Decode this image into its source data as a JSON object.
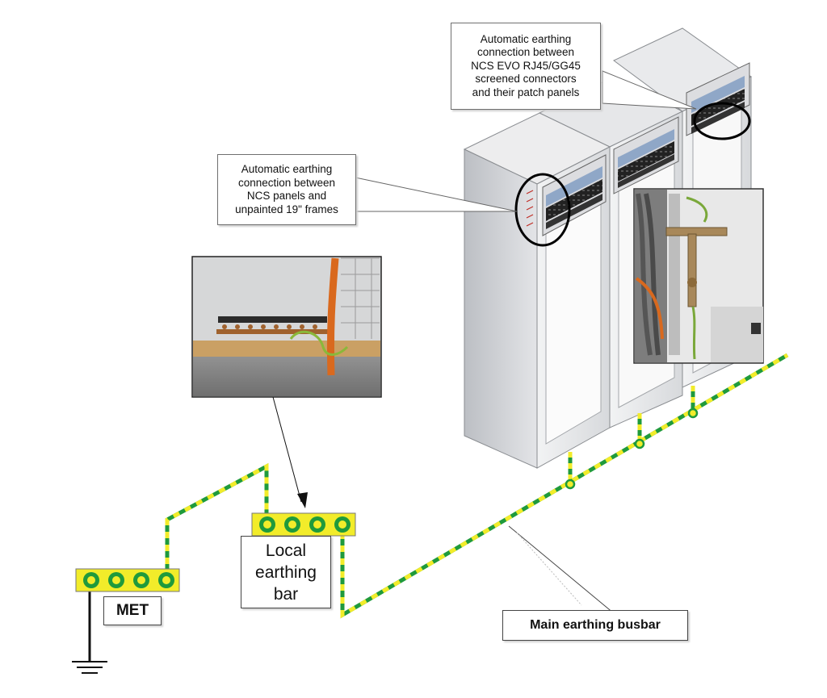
{
  "callouts": {
    "rack_top": {
      "lines": [
        "Automatic earthing",
        "connection between",
        "NCS EVO RJ45/GG45",
        "screened connectors",
        "and their patch panels"
      ]
    },
    "rack_frame": {
      "lines": [
        "Automatic earthing",
        "connection between",
        "NCS panels and",
        "unpainted 19\" frames"
      ]
    }
  },
  "labels": {
    "met": "MET",
    "local_bar": [
      "Local",
      "earthing",
      "bar"
    ],
    "main_busbar": "Main earthing busbar"
  },
  "colors": {
    "earth_wire_green": "#1f9a3c",
    "earth_wire_yellow": "#f2ec2a",
    "bar_yellow": "#f2ec2a",
    "rack_grey": "#c8cace"
  }
}
